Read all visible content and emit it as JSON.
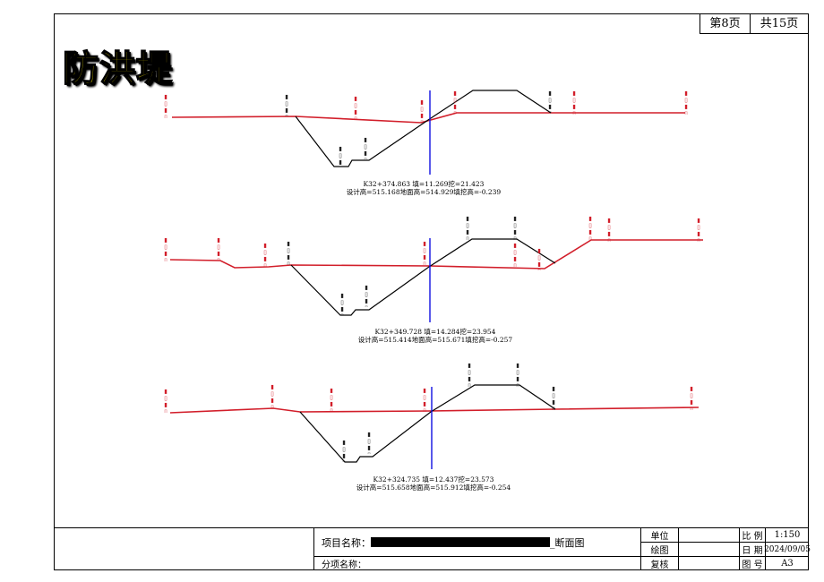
{
  "page": {
    "current": "第8页",
    "total": "共15页"
  },
  "title_art": "防洪堤",
  "sections": [
    {
      "caption_line1": "K32+374.863 填=11.269挖=21.423",
      "caption_line2": "设计高=515.168地面高=514.929填挖高=-0.239"
    },
    {
      "caption_line1": "K32+349.728 填=14.284挖=23.954",
      "caption_line2": "设计高=515.414地面高=515.671填挖高=-0.257"
    },
    {
      "caption_line1": "K32+324.735 填=12.437挖=23.573",
      "caption_line2": "设计高=515.658地面高=515.912填挖高=-0.254"
    }
  ],
  "title_block": {
    "project_label": "项目名称：",
    "project_suffix": "_断面图",
    "sub_label": "分项名称：",
    "unit_label": "单位",
    "draw_label": "绘图",
    "review_label": "复核",
    "scale_label": "比 例",
    "scale_value": "1:150",
    "date_label": "日 期",
    "date_value": "2024/09/05",
    "drawing_no_label": "图 号",
    "drawing_no_value": "A3"
  },
  "colors": {
    "ground_line": "#d21e2a",
    "design_line": "#000000",
    "center_line": "#1010e0",
    "title_fill": "#f0e000"
  }
}
